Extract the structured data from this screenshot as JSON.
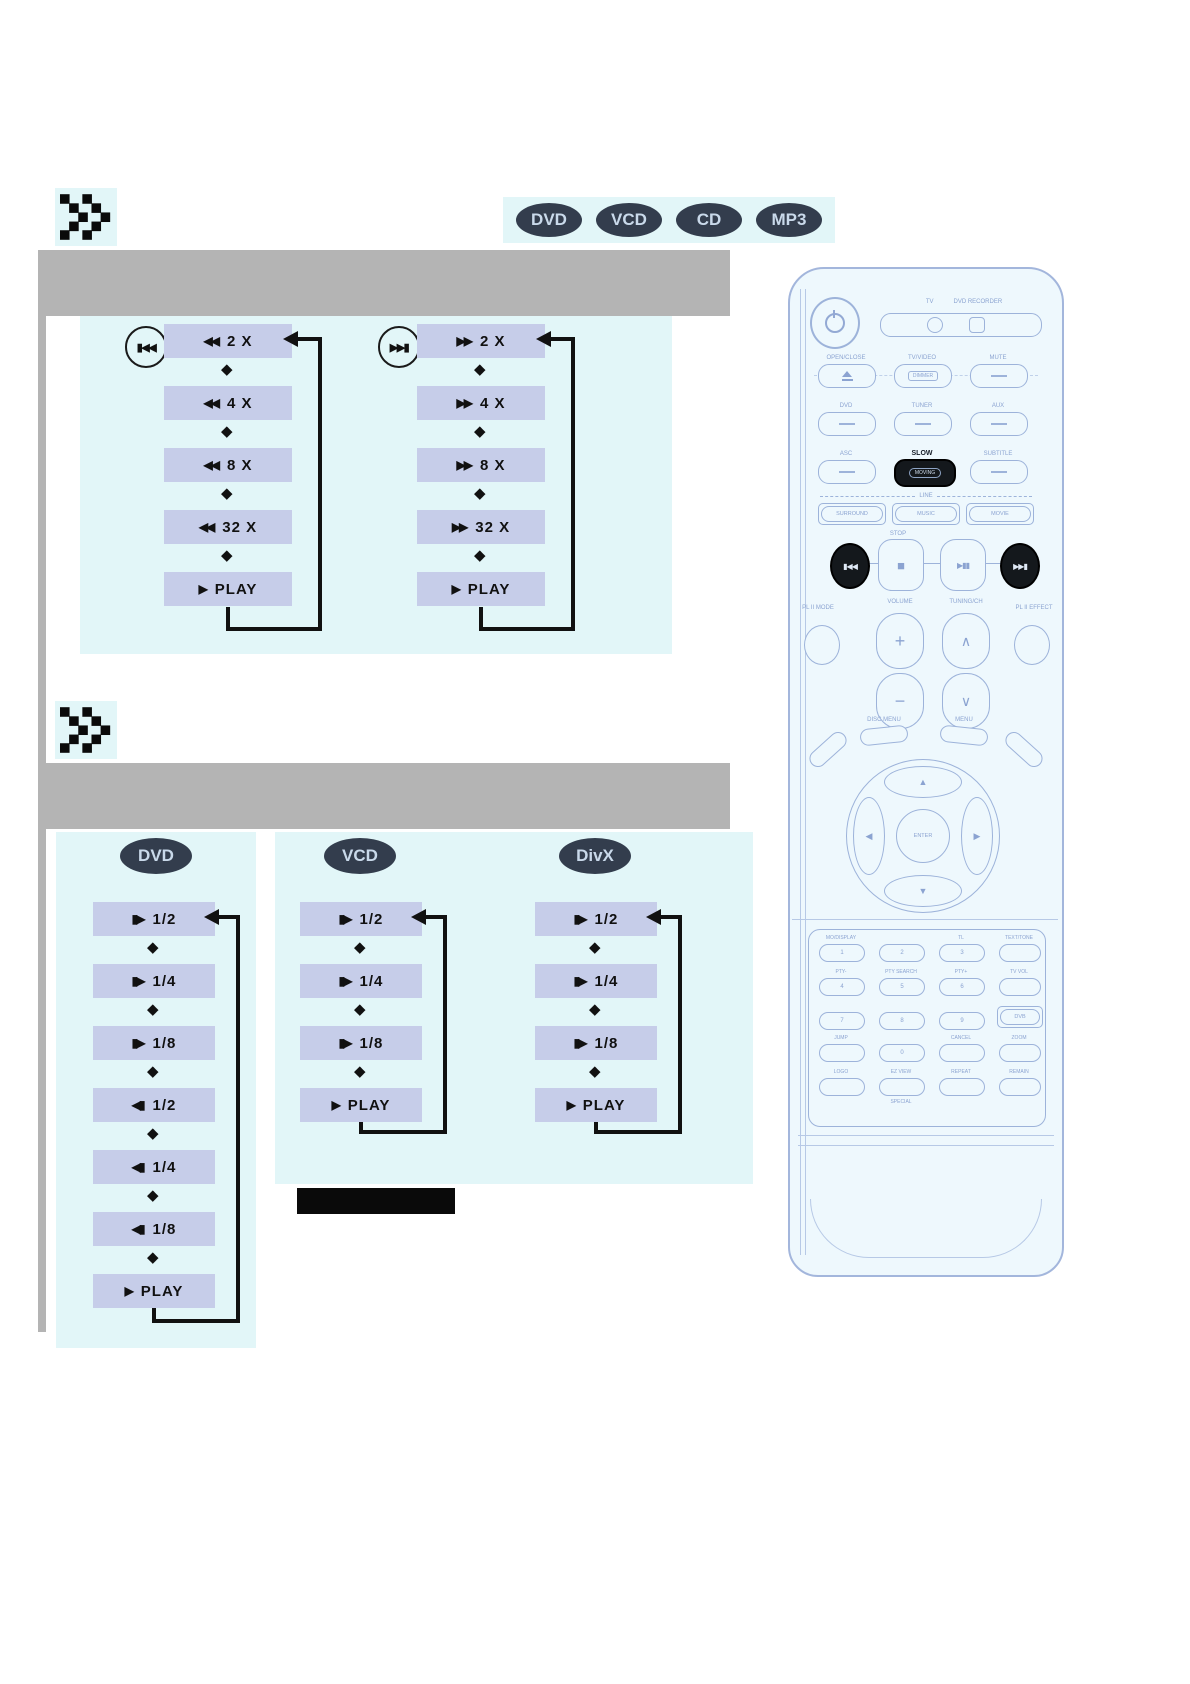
{
  "section1": {
    "title": "",
    "badges": [
      "DVD",
      "VCD",
      "CD",
      "MP3"
    ],
    "flows": {
      "left": {
        "button_icon": "▮◀◀",
        "steps": [
          {
            "i": "◀◀",
            "t": "2 X"
          },
          {
            "i": "◀◀",
            "t": "4 X"
          },
          {
            "i": "◀◀",
            "t": "8 X"
          },
          {
            "i": "◀◀",
            "t": "32 X"
          },
          {
            "i": "▶",
            "t": "PLAY"
          }
        ]
      },
      "right": {
        "button_icon": "▶▶▮",
        "steps": [
          {
            "i": "▶▶",
            "t": "2 X"
          },
          {
            "i": "▶▶",
            "t": "4 X"
          },
          {
            "i": "▶▶",
            "t": "8 X"
          },
          {
            "i": "▶▶",
            "t": "32 X"
          },
          {
            "i": "▶",
            "t": "PLAY"
          }
        ]
      }
    }
  },
  "section2": {
    "title": "",
    "dvd": {
      "badge": "DVD",
      "steps": [
        {
          "i": "▮▶",
          "t": "1/2"
        },
        {
          "i": "▮▶",
          "t": "1/4"
        },
        {
          "i": "▮▶",
          "t": "1/8"
        },
        {
          "i": "◀▮",
          "t": "1/2"
        },
        {
          "i": "◀▮",
          "t": "1/4"
        },
        {
          "i": "◀▮",
          "t": "1/8"
        },
        {
          "i": "▶",
          "t": "PLAY"
        }
      ]
    },
    "vcd": {
      "badge": "VCD",
      "steps": [
        {
          "i": "▮▶",
          "t": "1/2"
        },
        {
          "i": "▮▶",
          "t": "1/4"
        },
        {
          "i": "▮▶",
          "t": "1/8"
        },
        {
          "i": "▶",
          "t": "PLAY"
        }
      ]
    },
    "divx": {
      "badge": "DivX",
      "steps": [
        {
          "i": "▮▶",
          "t": "1/2"
        },
        {
          "i": "▮▶",
          "t": "1/4"
        },
        {
          "i": "▮▶",
          "t": "1/8"
        },
        {
          "i": "▶",
          "t": "PLAY"
        }
      ]
    }
  },
  "connector": "◆",
  "remote": {
    "tv_label": "TV",
    "recorder_label": "DVD RECORDER",
    "row1_labels": [
      "OPEN/CLOSE",
      "TV/VIDEO",
      "MUTE"
    ],
    "row1_mid_text": "DIMMER",
    "row2_labels": [
      "DVD",
      "TUNER",
      "AUX"
    ],
    "row3_labels": [
      "ASC",
      "SLOW",
      "SUBTITLE"
    ],
    "slow_button_text": "MOVING",
    "line_label": "LINE",
    "row4_labels": [
      "SURROUND",
      "MUSIC",
      "MOVIE"
    ],
    "stop_label": "STOP",
    "transport": {
      "skip_back": "▮◀◀",
      "stop": "■",
      "play_pause": "▶▮▮",
      "skip_fwd": "▶▶▮"
    },
    "volume_label": "VOLUME",
    "tuning_label": "TUNING/CH",
    "left_side_label": "PL II MODE",
    "right_side_label": "PL II EFFECT",
    "vol_plus": "+",
    "vol_minus": "−",
    "tun_up": "∧",
    "tun_down": "∨",
    "menu_left_label": "DISC MENU",
    "menu_right_label": "MENU",
    "nav": {
      "up": "▲",
      "down": "▼",
      "left": "◀",
      "right": "▶",
      "center": "ENTER"
    },
    "keypad": {
      "labels_r1": [
        "MO/DISPLAY",
        "",
        "TL",
        "TEXT/TONE"
      ],
      "r1": [
        "1",
        "2",
        "3",
        ""
      ],
      "labels_r2": [
        "PTY-",
        "PTY SEARCH",
        "PTY+",
        "TV VOL"
      ],
      "r2": [
        "4",
        "5",
        "6",
        ""
      ],
      "r3": [
        "7",
        "8",
        "9",
        "DVB"
      ],
      "labels_r4": [
        "JUMP",
        "",
        "CANCEL",
        "ZOOM"
      ],
      "r4": [
        "",
        "0",
        "",
        ""
      ],
      "labels_r5": [
        "LOGO",
        "EZ VIEW",
        "REPEAT",
        "REMAIN"
      ],
      "bottom_label": "SPECIAL"
    }
  }
}
